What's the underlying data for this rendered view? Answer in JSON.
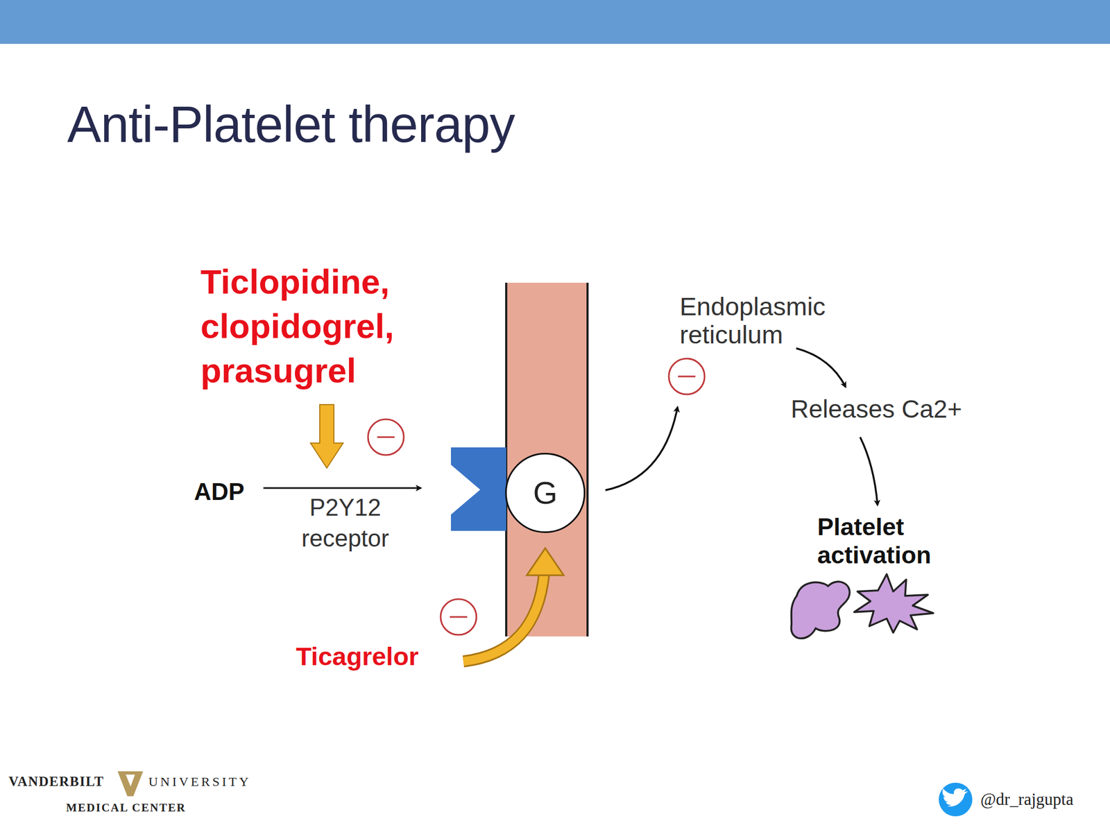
{
  "diagram": {
    "title": "Anti-Platelet therapy",
    "nodes": [
      {
        "text": [
          "G"
        ]
      }
    ],
    "labels": [
      "Ticlopidine, clopidogrel, prasugrel",
      "ADP",
      "P2Y12 receptor",
      "Endoplasmic reticulum",
      "Releases Ca2+",
      "Platelet activation",
      "Ticagrelor",
      "VANDERBILT",
      "UNIVERSITY",
      "MEDICAL CENTER",
      "@dr_rajgupta"
    ]
  }
}
